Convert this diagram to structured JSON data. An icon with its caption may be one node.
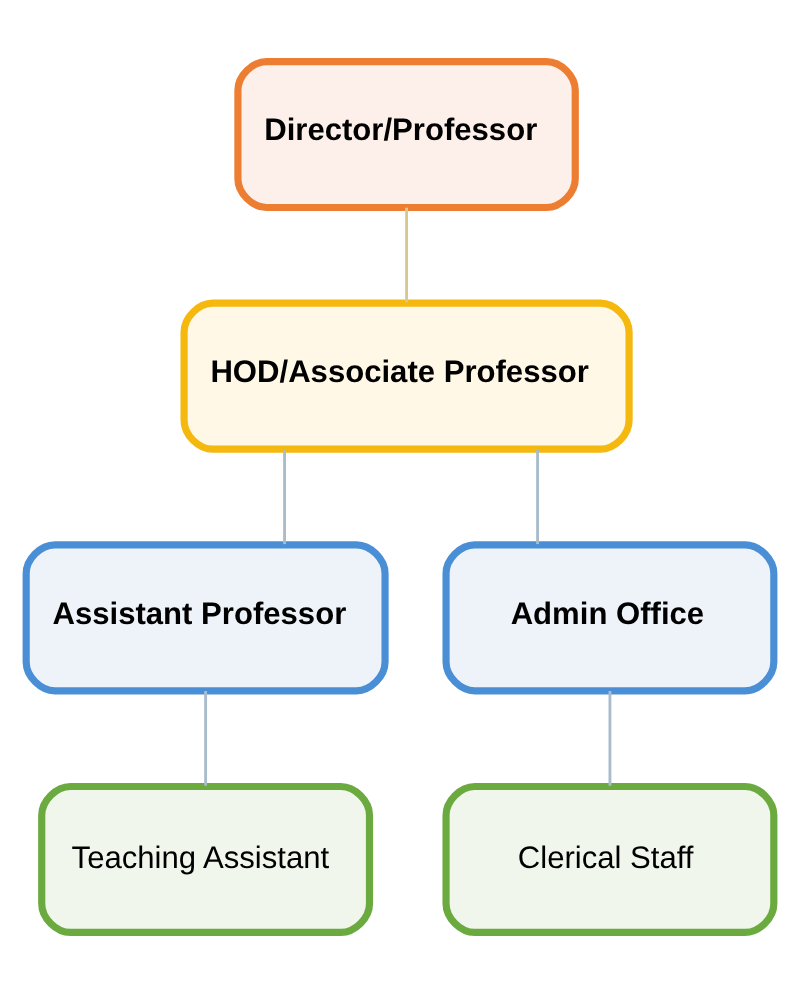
{
  "diagram": {
    "nodes": [
      {
        "text": [
          "Director/Professor"
        ]
      },
      {
        "text": [
          "HOD/Associate Professor"
        ]
      },
      {
        "text": [
          "Assistant Professor"
        ]
      },
      {
        "text": [
          "Admin Office"
        ]
      },
      {
        "text": [
          "Teaching Assistant"
        ]
      },
      {
        "text": [
          "Clerical Staff"
        ]
      }
    ],
    "edges": [
      {
        "from": 0,
        "to": 1,
        "arrow": "none",
        "color": "#d6c88e"
      },
      {
        "from": 1,
        "to": 2,
        "arrow": "none"
      },
      {
        "from": 1,
        "to": 3,
        "arrow": "none"
      },
      {
        "from": 2,
        "to": 4,
        "arrow": "none"
      },
      {
        "from": 3,
        "to": 5,
        "arrow": "none"
      }
    ]
  }
}
